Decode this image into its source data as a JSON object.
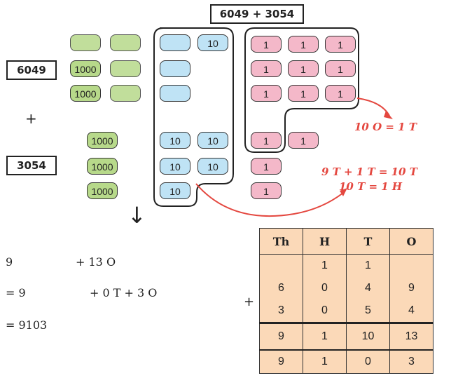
{
  "title": "6049 + 3054",
  "addend1": "6049",
  "plus": "+",
  "addend2": "3054",
  "tiles": {
    "thousand": "1000",
    "ten": "10",
    "one": "1"
  },
  "notes": {
    "ones_regroup": "10 O = 1 T",
    "tens_sum": "9 T + 1 T = 10 T",
    "tens_regroup": "10 T = 1 H"
  },
  "down_arrow": "↓",
  "calc": {
    "line1_a": "9",
    "line1_b": "+ 13 O",
    "line2_a": "= 9",
    "line2_b": "+ 0 T + 3 O",
    "line3": "= 9103"
  },
  "table": {
    "headers": [
      "Th",
      "H",
      "T",
      "O"
    ],
    "carry": [
      "",
      "1",
      "1",
      ""
    ],
    "row1": [
      "6",
      "0",
      "4",
      "9"
    ],
    "row2": [
      "3",
      "0",
      "5",
      "4"
    ],
    "sum": [
      "9",
      "1",
      "10",
      "13"
    ],
    "final": [
      "9",
      "1",
      "0",
      "3"
    ],
    "plus": "+"
  },
  "colors": {
    "thousands": "#b7d98a",
    "tens": "#bfe3f5",
    "ones": "#f4b8c9",
    "table_bg": "#fbd9b8",
    "note_red": "#e4473f",
    "carry_purple": "#a24bb0"
  }
}
